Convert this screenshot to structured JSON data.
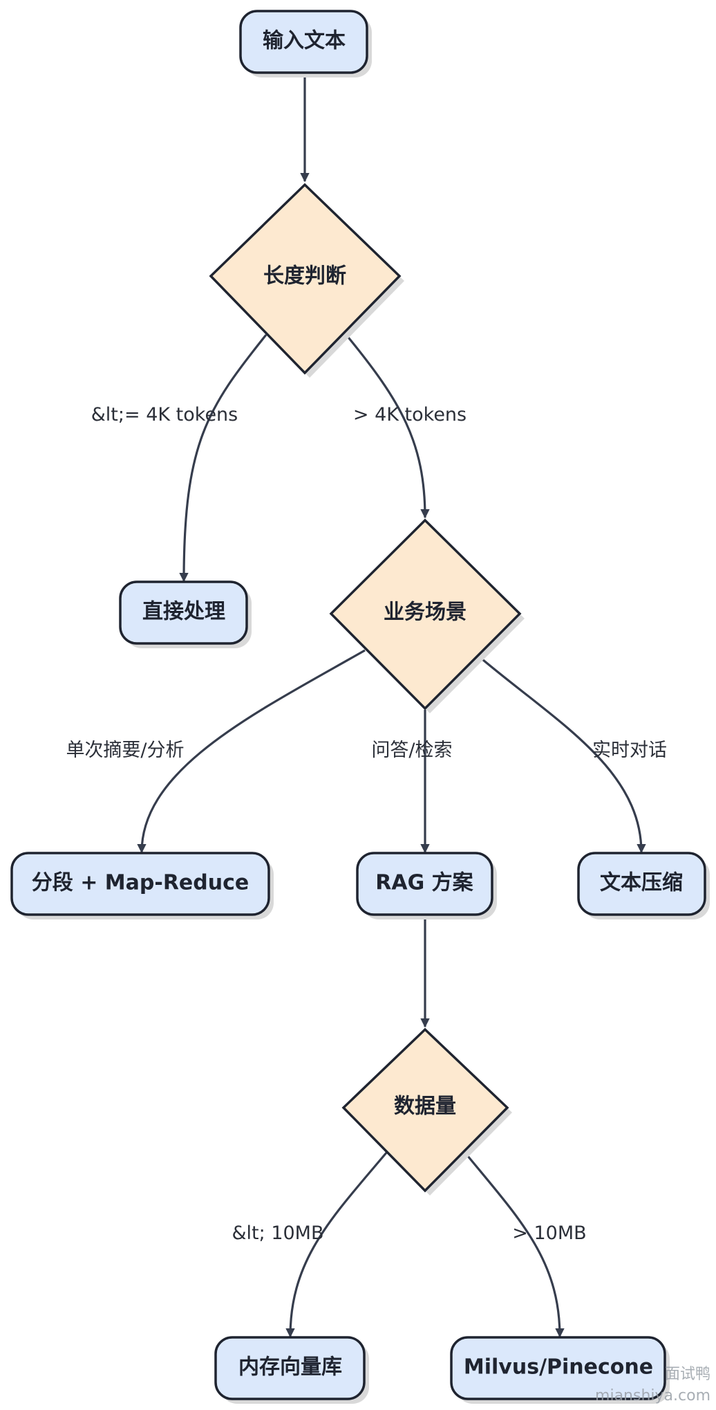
{
  "nodes": {
    "input": {
      "label": "输入文本"
    },
    "length": {
      "label": "长度判断"
    },
    "direct": {
      "label": "直接处理"
    },
    "scenario": {
      "label": "业务场景"
    },
    "mapreduce": {
      "label": "分段 + Map-Reduce"
    },
    "rag": {
      "label": "RAG 方案"
    },
    "compress": {
      "label": "文本压缩"
    },
    "datasize": {
      "label": "数据量"
    },
    "memory": {
      "label": "内存向量库"
    },
    "milvus": {
      "label": "Milvus/Pinecone"
    }
  },
  "edges": {
    "le4k": {
      "label": "&lt;= 4K tokens"
    },
    "gt4k": {
      "label": "> 4K tokens"
    },
    "summary": {
      "label": "单次摘要/分析"
    },
    "qa": {
      "label": "问答/检索"
    },
    "realtime": {
      "label": "实时对话"
    },
    "lt10mb": {
      "label": "&lt; 10MB"
    },
    "gt10mb": {
      "label": "> 10MB"
    }
  },
  "colors": {
    "box_fill": "#dbe8fb",
    "decision_fill": "#fde9d0",
    "stroke": "#1f2430",
    "edge": "#363d4d",
    "shadow": "#d9d9d9"
  },
  "watermark": {
    "line1": "面试鸭",
    "line2": "mianshiya.com"
  }
}
